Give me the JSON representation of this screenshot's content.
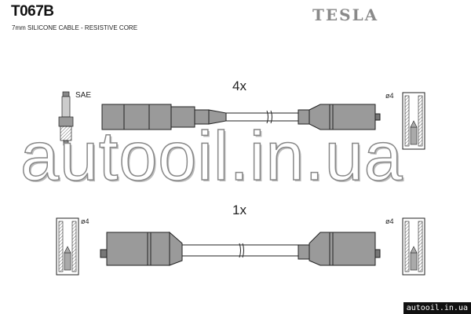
{
  "header": {
    "part_number": "T067B",
    "description": "7mm SILICONE CABLE - RESISTIVE CORE",
    "brand": "TESLA"
  },
  "diagram": {
    "top_set": {
      "quantity": "4x",
      "plug_label": "SAE",
      "terminal_diameter": "ø4"
    },
    "bottom_set": {
      "quantity": "1x",
      "left_terminal_diameter": "ø4",
      "right_terminal_diameter": "ø4"
    }
  },
  "watermark": "autooil.in.ua",
  "source_tag": "autooil.in.ua",
  "colors": {
    "boot": "#9a9a9a",
    "outline": "#222222",
    "brand": "#8a8a8a"
  }
}
